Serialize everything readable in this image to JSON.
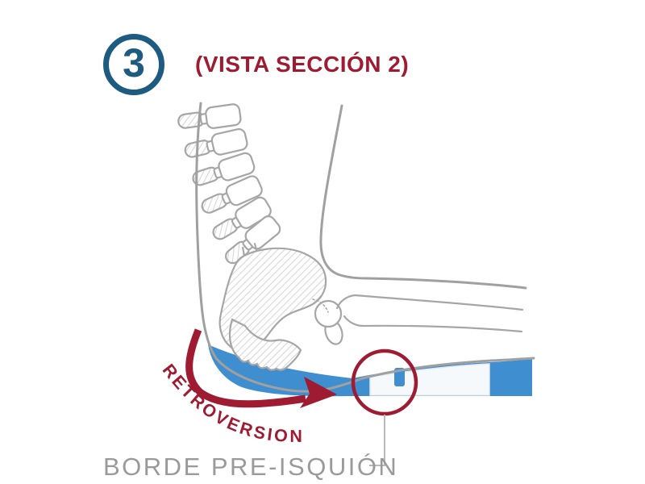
{
  "header": {
    "badge_number": "3",
    "title": "(VISTA SECCIÓN 2)"
  },
  "diagram": {
    "rotation_label": "RETROVERSION",
    "callout_label": "BORDE PRE-ISQUIÓN"
  },
  "colors": {
    "badge_blue": "#1e5b80",
    "accent_red": "#9e1b32",
    "cushion_blue": "#3f8ecf",
    "foam_white": "#f5f9fc",
    "outline_gray": "#a0a0a0",
    "label_gray": "#9a9a9a"
  }
}
